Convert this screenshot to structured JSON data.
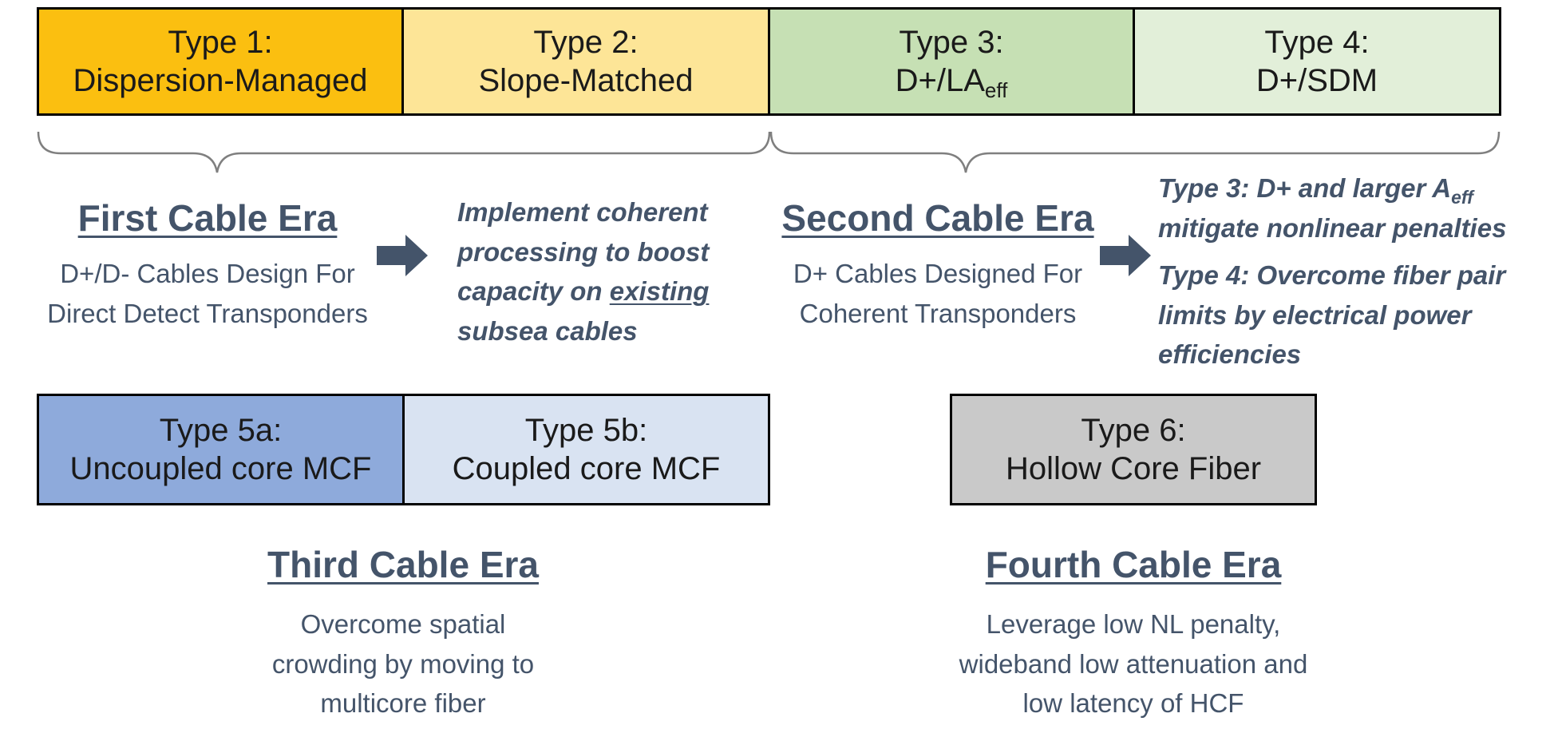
{
  "colors": {
    "type1": "#fbbf10",
    "type2": "#fde597",
    "type3": "#c6e0b4",
    "type4": "#e2efd9",
    "type5a": "#8eaadb",
    "type5b": "#d9e3f2",
    "type6": "#c9c9c9",
    "text": "#44546a",
    "brace": "#7f7f7f"
  },
  "boxes": {
    "type1": {
      "line1": "Type 1:",
      "line2": "Dispersion-Managed"
    },
    "type2": {
      "line1": "Type 2:",
      "line2": "Slope-Matched"
    },
    "type3": {
      "line1": "Type 3:",
      "line2": "D+/LA",
      "line2_sub": "eff"
    },
    "type4": {
      "line1": "Type 4:",
      "line2": "D+/SDM"
    },
    "type5a": {
      "line1": "Type 5a:",
      "line2": "Uncoupled core MCF"
    },
    "type5b": {
      "line1": "Type 5b:",
      "line2": "Coupled core MCF"
    },
    "type6": {
      "line1": "Type 6:",
      "line2": "Hollow Core Fiber"
    }
  },
  "eras": {
    "first": {
      "title": "First Cable Era",
      "desc": [
        "D+/D- Cables Design For",
        "Direct Detect Transponders"
      ]
    },
    "second": {
      "title": "Second Cable Era",
      "desc": [
        "D+ Cables Designed For",
        "Coherent Transponders"
      ]
    },
    "third": {
      "title": "Third Cable Era",
      "desc": [
        "Overcome spatial",
        "crowding by moving to",
        "multicore fiber"
      ]
    },
    "fourth": {
      "title": "Fourth Cable Era",
      "desc": [
        "Leverage low NL penalty,",
        "wideband low attenuation and",
        "low latency of HCF"
      ]
    }
  },
  "notes": {
    "coherent": {
      "line1": "Implement coherent",
      "line2": "processing to boost",
      "line3_pre": "capacity on ",
      "line3_emph": "existing",
      "line4": "subsea cables"
    },
    "type3": {
      "line1_pre": "Type 3: D+ and larger A",
      "line1_sub": "eff",
      "line2": "mitigate nonlinear penalties"
    },
    "type4": {
      "line1": "Type 4: Overcome fiber pair",
      "line2": "limits by electrical power",
      "line3": "efficiencies"
    }
  }
}
